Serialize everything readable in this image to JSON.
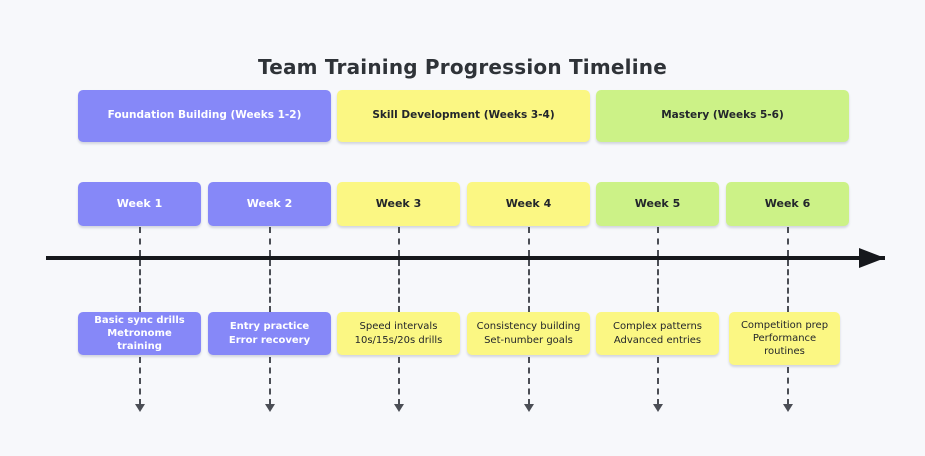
{
  "title": "Team Training Progression Timeline",
  "colors": {
    "background": "#f7f8fb",
    "purple": "#8688f8",
    "yellow": "#fbf783",
    "green": "#ccf287",
    "axis": "#16181c",
    "connector": "#4b4e55",
    "title_text": "#2f3338"
  },
  "phases": [
    {
      "label": "Foundation Building (Weeks 1-2)",
      "color": "purple"
    },
    {
      "label": "Skill Development (Weeks 3-4)",
      "color": "yellow"
    },
    {
      "label": "Mastery (Weeks 5-6)",
      "color": "green"
    }
  ],
  "weeks": [
    {
      "label": "Week 1",
      "color": "purple"
    },
    {
      "label": "Week 2",
      "color": "purple"
    },
    {
      "label": "Week 3",
      "color": "yellow"
    },
    {
      "label": "Week 4",
      "color": "yellow"
    },
    {
      "label": "Week 5",
      "color": "green"
    },
    {
      "label": "Week 6",
      "color": "green"
    }
  ],
  "details": [
    {
      "label": "Basic sync drills\nMetronome training",
      "color": "purple"
    },
    {
      "label": "Entry practice\nError recovery",
      "color": "purple"
    },
    {
      "label": "Speed intervals\n10s/15s/20s drills",
      "color": "yellow"
    },
    {
      "label": "Consistency building\nSet-number goals",
      "color": "yellow"
    },
    {
      "label": "Complex patterns\nAdvanced entries",
      "color": "yellow"
    },
    {
      "label": "Competition prep\nPerformance\nroutines",
      "color": "yellow"
    }
  ]
}
